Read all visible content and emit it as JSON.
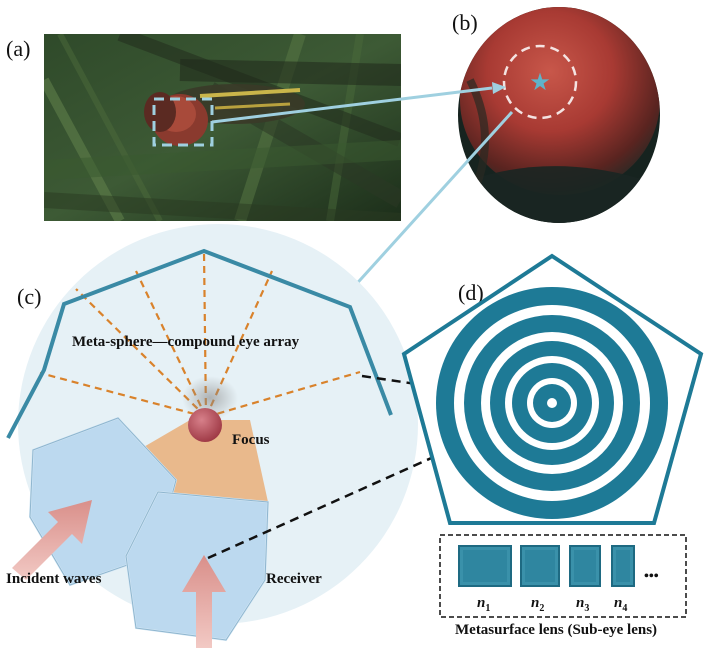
{
  "panels": {
    "a": "(a)",
    "b": "(b)",
    "c": "(c)",
    "d": "(d)"
  },
  "labels": {
    "meta_sphere": "Meta-sphere—compound eye array",
    "focus": "Focus",
    "incident_waves": "Incident waves",
    "receiver": "Receiver",
    "metasurface_lens": "Metasurface lens (Sub-eye lens)",
    "ellipsis": "•••"
  },
  "lens_items": [
    {
      "symbol": "n",
      "sub": "1"
    },
    {
      "symbol": "n",
      "sub": "2"
    },
    {
      "symbol": "n",
      "sub": "3"
    },
    {
      "symbol": "n",
      "sub": "4"
    }
  ],
  "colors": {
    "teal": "#1e7a96",
    "light_blue": "#9fd0e0",
    "orange_dash": "#d9822b",
    "circle_bg": "#e6f1f6",
    "hex_blue": "#bcd9ef",
    "wedge": "#e9b98c",
    "focus_red": "#b8505a",
    "arrow_pink": "#e6a9a5"
  }
}
